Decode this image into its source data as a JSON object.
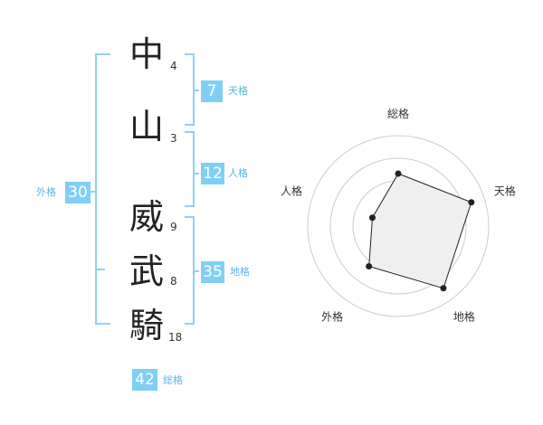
{
  "name": {
    "chars": [
      {
        "char": "中",
        "strokes": "4"
      },
      {
        "char": "山",
        "strokes": "3"
      },
      {
        "char": "威",
        "strokes": "9"
      },
      {
        "char": "武",
        "strokes": "8"
      },
      {
        "char": "騎",
        "strokes": "18"
      }
    ]
  },
  "fortunes": {
    "tenkaku": {
      "value": "7",
      "label": "天格"
    },
    "jinkaku": {
      "value": "12",
      "label": "人格"
    },
    "chikaku": {
      "value": "35",
      "label": "地格"
    },
    "gaikaku": {
      "value": "30",
      "label": "外格"
    },
    "soukaku": {
      "value": "42",
      "label": "総格"
    }
  },
  "colors": {
    "accent": "#7fcff5",
    "bracket": "#8fd0f4",
    "fill": "#efefef",
    "ring": "#cccccc"
  },
  "chart_data": {
    "type": "radar",
    "axes": [
      "総格",
      "天格",
      "地格",
      "外格",
      "人格"
    ],
    "values": [
      0.58,
      0.85,
      0.85,
      0.55,
      0.3
    ],
    "rings": 4,
    "max": 1
  }
}
